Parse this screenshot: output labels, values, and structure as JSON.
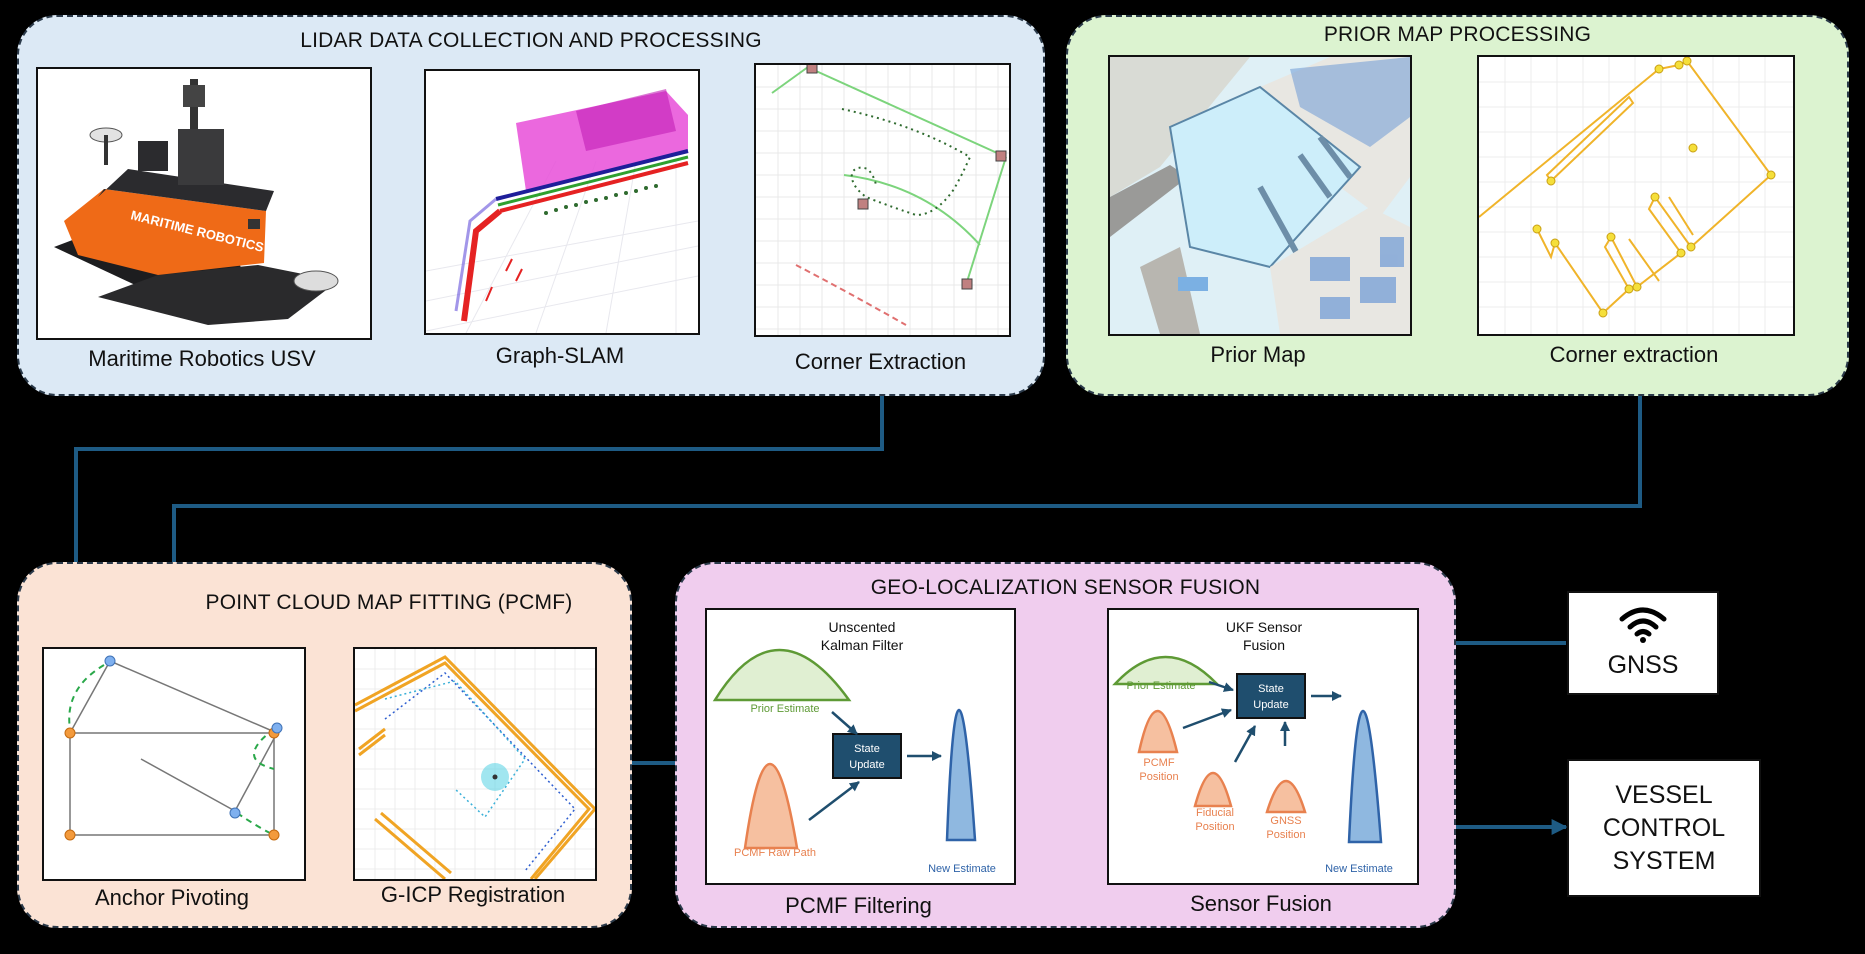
{
  "colors": {
    "blue_panel": "#dce9f5",
    "green_panel": "#dcf3d0",
    "orange_panel": "#fbe3d5",
    "pink_panel": "#f0cdee",
    "arrow": "#1e5b84",
    "state_box": "#1f4e6e",
    "prior_green": "#5e9a35",
    "pcmf_orange": "#e8814f",
    "estimate_blue": "#8fb8e0",
    "map_yellow": "#f0b42a"
  },
  "lidar": {
    "title": "LIDAR DATA COLLECTION AND PROCESSING",
    "usv_caption": "Maritime Robotics USV",
    "usv_hull_text": "MARITIME ROBOTICS",
    "slam_caption": "Graph-SLAM",
    "corner_caption": "Corner Extraction"
  },
  "prior": {
    "title": "PRIOR MAP PROCESSING",
    "map_caption": "Prior Map",
    "corner_caption": "Corner extraction"
  },
  "pcmf": {
    "title": "POINT CLOUD MAP FITTING (PCMF)",
    "anchor_caption": "Anchor Pivoting",
    "gicp_caption": "G-ICP Registration"
  },
  "geo": {
    "title": "GEO-LOCALIZATION SENSOR FUSION",
    "filtering_caption": "PCMF Filtering",
    "fusion_caption": "Sensor Fusion",
    "ukf": {
      "title_line1": "Unscented",
      "title_line2": "Kalman Filter",
      "prior": "Prior Estimate",
      "raw": "PCMF Raw Path",
      "state_line1": "State",
      "state_line2": "Update",
      "new": "New Estimate"
    },
    "fusion": {
      "title_line1": "UKF Sensor",
      "title_line2": "Fusion",
      "prior": "Prior Estimate",
      "pcmf_line1": "PCMF",
      "pcmf_line2": "Position",
      "fiducial_line1": "Fiducial",
      "fiducial_line2": "Position",
      "gnss_line1": "GNSS",
      "gnss_line2": "Position",
      "state_line1": "State",
      "state_line2": "Update",
      "new": "New Estimate"
    }
  },
  "gnss": {
    "label": "GNSS",
    "icon": "wifi-icon"
  },
  "vessel": {
    "line1": "VESSEL",
    "line2": "CONTROL",
    "line3": "SYSTEM"
  }
}
